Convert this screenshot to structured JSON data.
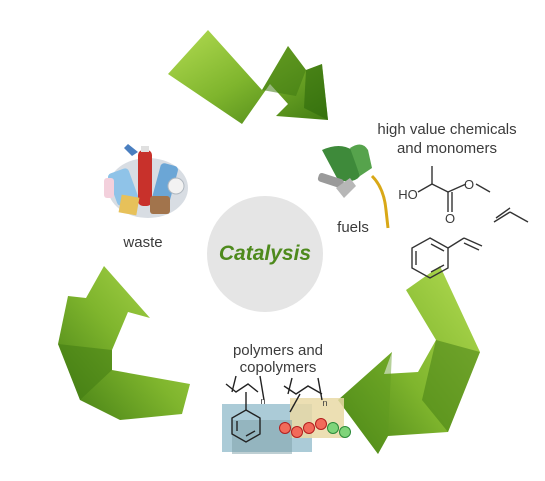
{
  "center": {
    "label": "Catalysis"
  },
  "nodes": {
    "waste": "waste",
    "fuels": "fuels",
    "chemicals_line1": "high value chemicals",
    "chemicals_line2": "and monomers",
    "polymers_line1": "polymers and",
    "polymers_line2": "copolymers"
  },
  "molecule_labels": {
    "ho": "HO",
    "o_top": "O",
    "o_bottom": "O",
    "n_left": "n",
    "n_right": "n"
  },
  "colors": {
    "arrow_light": "#9bcc3c",
    "arrow_dark": "#3f7a12",
    "center_text": "#4e8a1d",
    "center_fill": "#e5e5e5"
  },
  "icons": [
    "plastic-waste-pile-icon",
    "fuel-nozzle-icon",
    "lactate-molecule-icon",
    "propylene-molecule-icon",
    "styrene-molecule-icon",
    "polymer-structure-icon"
  ]
}
